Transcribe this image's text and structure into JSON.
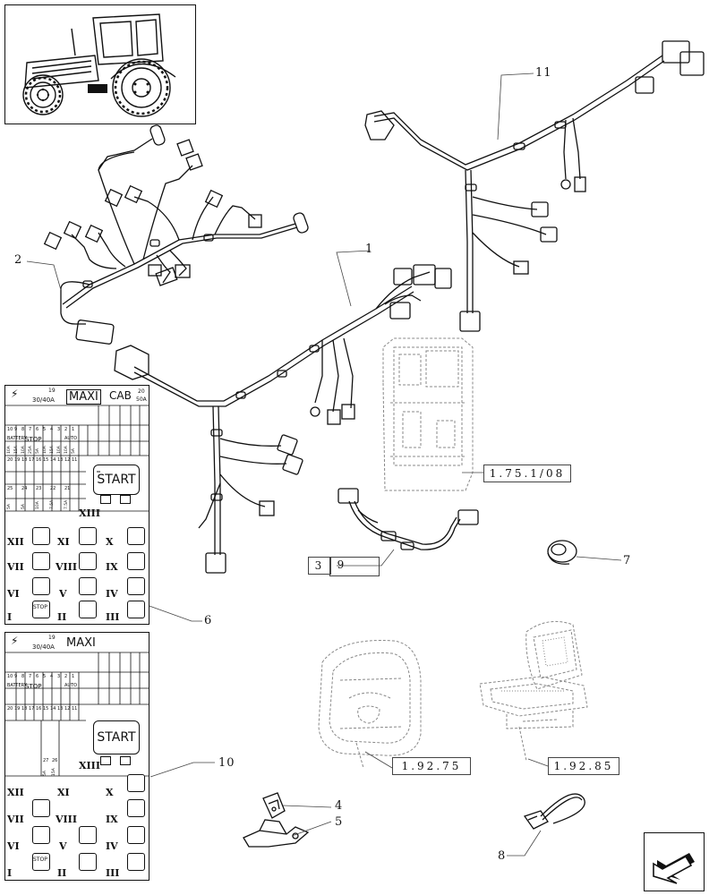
{
  "callouts": {
    "c1": "1",
    "c2": "2",
    "c3": "3",
    "c4": "4",
    "c5": "5",
    "c6": "6",
    "c7": "7",
    "c8": "8",
    "c9": "9",
    "c10": "10",
    "c11": "11"
  },
  "references": {
    "ecu": "1.75.1/08",
    "dash": "1.92.75",
    "seat": "1.92.85"
  },
  "fusebox_cab": {
    "symbol": "⚡",
    "amps": "30/40A",
    "top_num": "19",
    "maxi": "MAXI",
    "cab": "CAB",
    "corner_num": "20",
    "corner_amp": "50A",
    "start": "START",
    "roman": [
      "XIII",
      "XII",
      "XI",
      "X",
      "VII",
      "VIII",
      "IX",
      "VI",
      "V",
      "IV",
      "I",
      "II",
      "III"
    ],
    "fuse_nums_row1": [
      "10",
      "9",
      "8",
      "7",
      "6",
      "5",
      "4",
      "3",
      "2",
      "1"
    ],
    "fuse_nums_row2": [
      "20",
      "19",
      "18",
      "17",
      "16",
      "15",
      "14",
      "13",
      "12",
      "11"
    ],
    "fuse_nums_row3": [
      "25",
      "24",
      "23",
      "22",
      "21"
    ],
    "amps_row1": [
      "10A",
      "15A",
      "10A",
      "25A",
      "5A",
      "10A",
      "15A",
      "10A",
      "10A",
      "5A"
    ],
    "amps_row3": [
      "5A",
      "5A",
      "10A",
      "7.5A",
      "7.5A"
    ],
    "labels": [
      "STOP",
      "BATTERY",
      "AUTO"
    ]
  },
  "fusebox_std": {
    "symbol": "⚡",
    "amps": "30/40A",
    "top_num": "19",
    "maxi": "MAXI",
    "start": "START",
    "roman": [
      "XIII",
      "XII",
      "XI",
      "X",
      "VII",
      "VIII",
      "IX",
      "VI",
      "V",
      "IV",
      "I",
      "II",
      "III"
    ],
    "fuse_nums_row1": [
      "10",
      "9",
      "8",
      "7",
      "6",
      "5",
      "4",
      "3",
      "2",
      "1"
    ],
    "fuse_nums_row2": [
      "20",
      "19",
      "18",
      "17",
      "16",
      "15",
      "14",
      "13",
      "12",
      "11"
    ],
    "fuse_nums_row3": [
      "27",
      "26"
    ],
    "amps_row3": [
      "5A",
      "15A"
    ],
    "labels": [
      "STOP",
      "BATTERY",
      "AUTO"
    ]
  },
  "icons": {
    "tractor": "tractor-illustration",
    "nav": "previous-page-arrow-icon",
    "ecu": "ecu-control-unit-illustration",
    "dash": "dashboard-illustration",
    "seat": "seat-illustration"
  },
  "colors": {
    "line": "#111111",
    "dashed": "#888888"
  }
}
